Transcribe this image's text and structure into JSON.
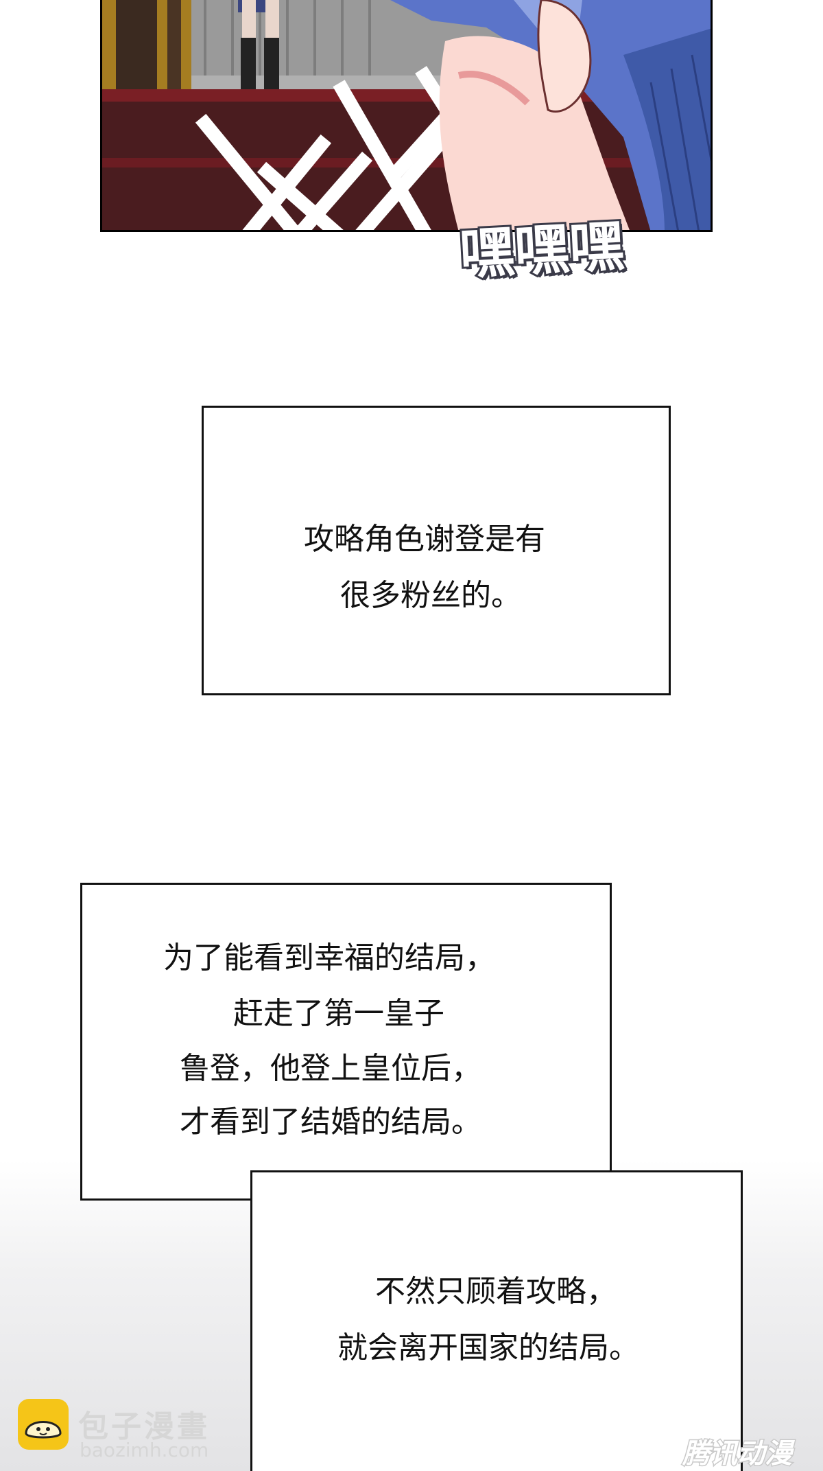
{
  "sfx": {
    "text": "嘿嘿嘿"
  },
  "caption1": {
    "line1": "攻略角色谢登是有",
    "line2": "很多粉丝的。"
  },
  "caption2": {
    "line1": "为了能看到幸福的结局，",
    "line2": "赶走了第一皇子",
    "line3": "鲁登，他登上皇位后，",
    "line4": "才看到了结婚的结局。"
  },
  "caption3": {
    "line1": "不然只顾着攻略，",
    "line2": "就会离开国家的结局。"
  },
  "watermark_left": {
    "name": "包子漫畫",
    "url": "baozimh.com"
  },
  "watermark_right": {
    "text": "腾讯动漫"
  },
  "colors": {
    "carpet": "#4a1c1f",
    "hair": "#5b74c9",
    "skin": "#fbd9d2",
    "border": "#111111"
  }
}
